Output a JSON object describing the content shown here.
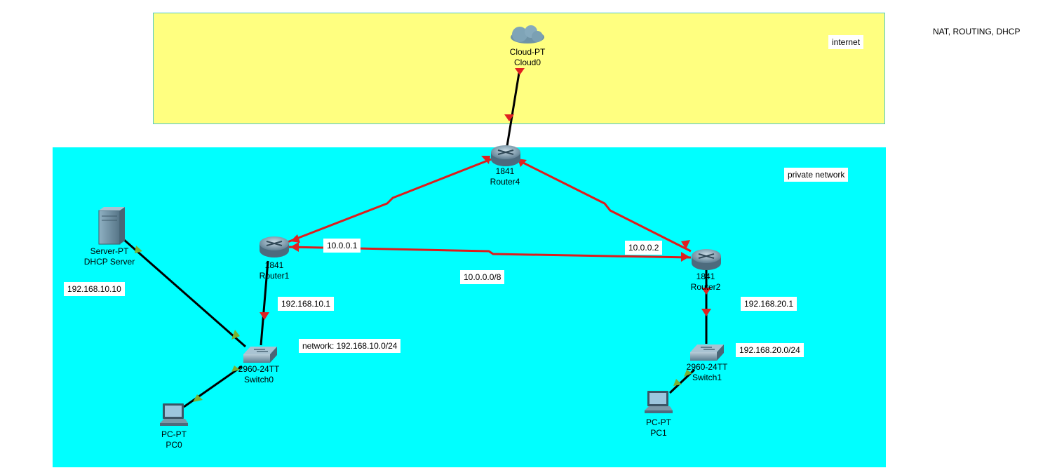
{
  "areas": {
    "internet_label": "internet",
    "private_label": "private network"
  },
  "top_note": "NAT, ROUTING, DHCP",
  "devices": {
    "cloud": {
      "model": "Cloud-PT",
      "name": "Cloud0"
    },
    "router4": {
      "model": "1841",
      "name": "Router4"
    },
    "router1": {
      "model": "1841",
      "name": "Router1"
    },
    "router2": {
      "model": "1841",
      "name": "Router2"
    },
    "server": {
      "model": "Server-PT",
      "name": "DHCP Server"
    },
    "switch0": {
      "model": "2960-24TT",
      "name": "Switch0"
    },
    "switch1": {
      "model": "2960-24TT",
      "name": "Switch1"
    },
    "pc0": {
      "model": "PC-PT",
      "name": "PC0"
    },
    "pc1": {
      "model": "PC-PT",
      "name": "PC1"
    }
  },
  "notes": {
    "r1_serial_ip": "10.0.0.1",
    "r2_serial_ip": "10.0.0.2",
    "serial_network": "10.0.0.0/8",
    "server_ip": "192.168.10.10",
    "r1_lan_ip": "192.168.10.1",
    "lan1_network": "network: 192.168.10.0/24",
    "r2_lan_ip": "192.168.20.1",
    "lan2_network": "192.168.20.0/24"
  },
  "colors": {
    "internet_area": "#ffff80",
    "private_area": "#00ffff",
    "link_down": "#e02020",
    "link_up": "#7ab030",
    "cable": "#000000",
    "serial": "#dd1c1c"
  }
}
